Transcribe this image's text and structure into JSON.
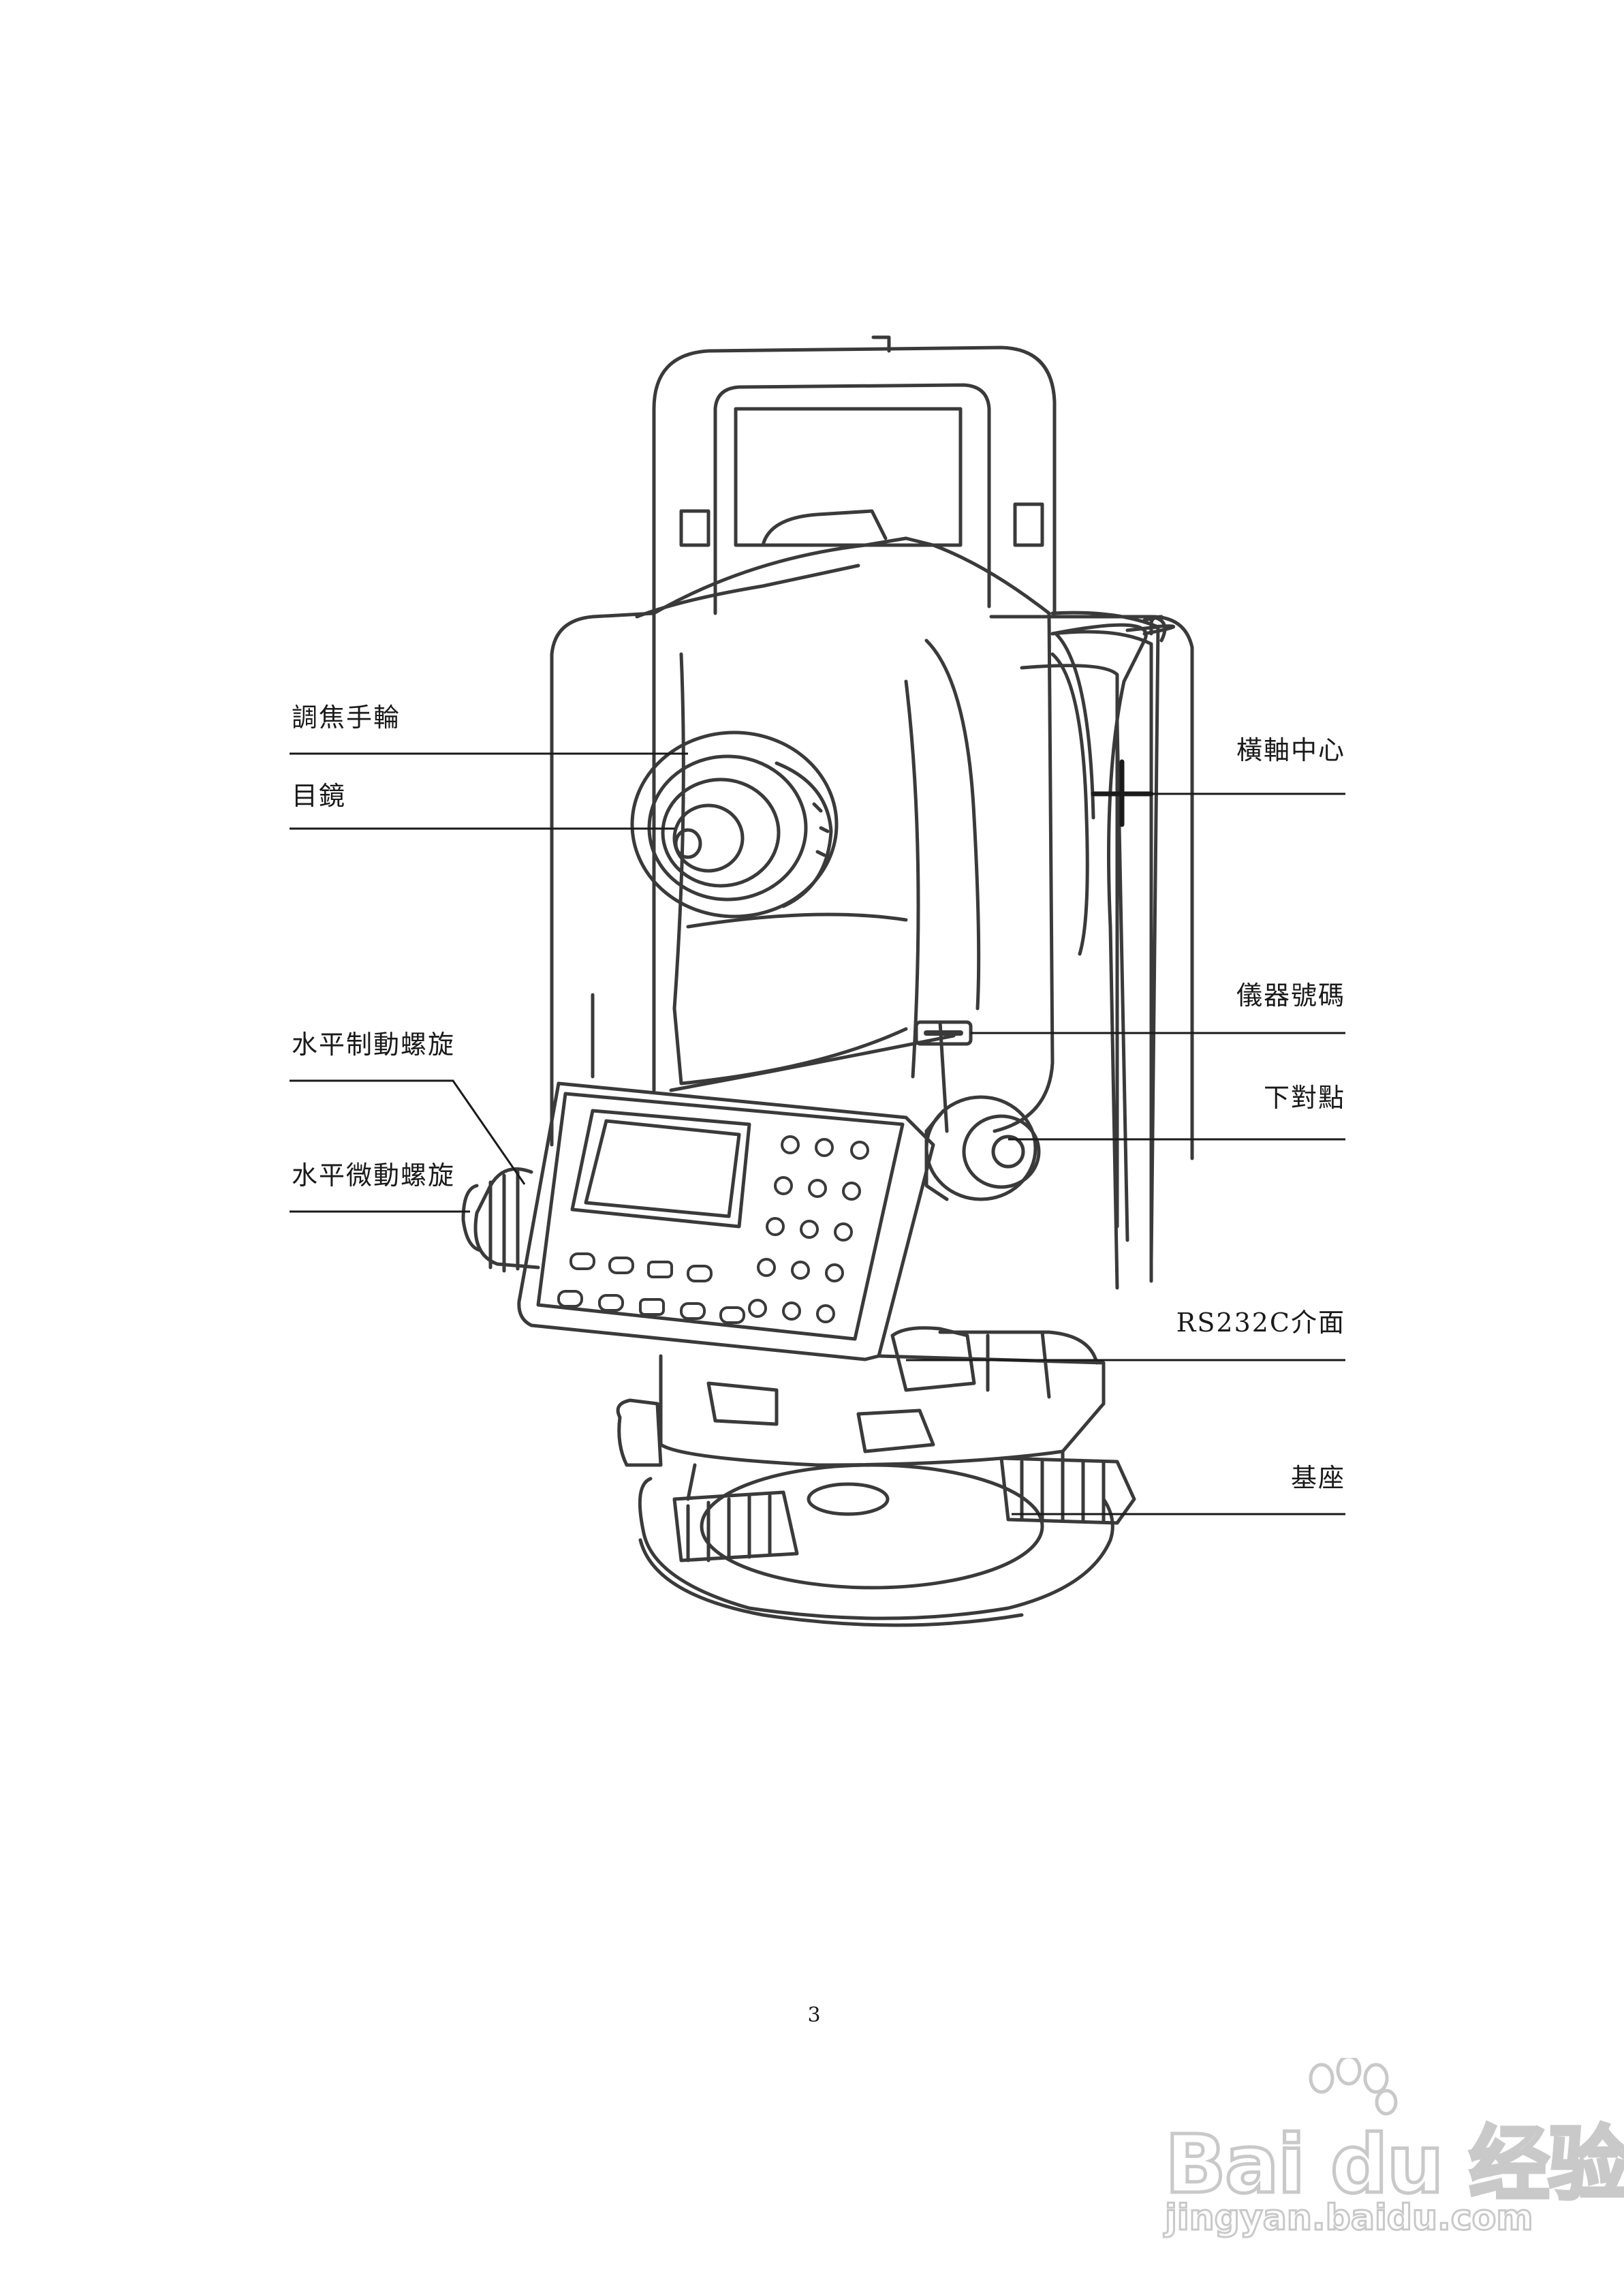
{
  "labels": {
    "focus_ring": "調焦手輪",
    "eyepiece": "目鏡",
    "h_clamp": "水平制動螺旋",
    "h_tangent": "水平微動螺旋",
    "trunnion_center": "橫軸中心",
    "serial_number": "儀器號碼",
    "optical_plummet": "下對點",
    "rs232c": "RS232C介面",
    "tribrach": "基座"
  },
  "page_number": "3",
  "watermark": {
    "brand": "Bai du 经验",
    "url": "jingyan.baidu.com"
  },
  "colors": {
    "line": "#1a1a1a",
    "drawing": "#3a3a3a",
    "watermark": "#c9c9c9"
  },
  "icons": [
    "baidu-paw-icon"
  ]
}
